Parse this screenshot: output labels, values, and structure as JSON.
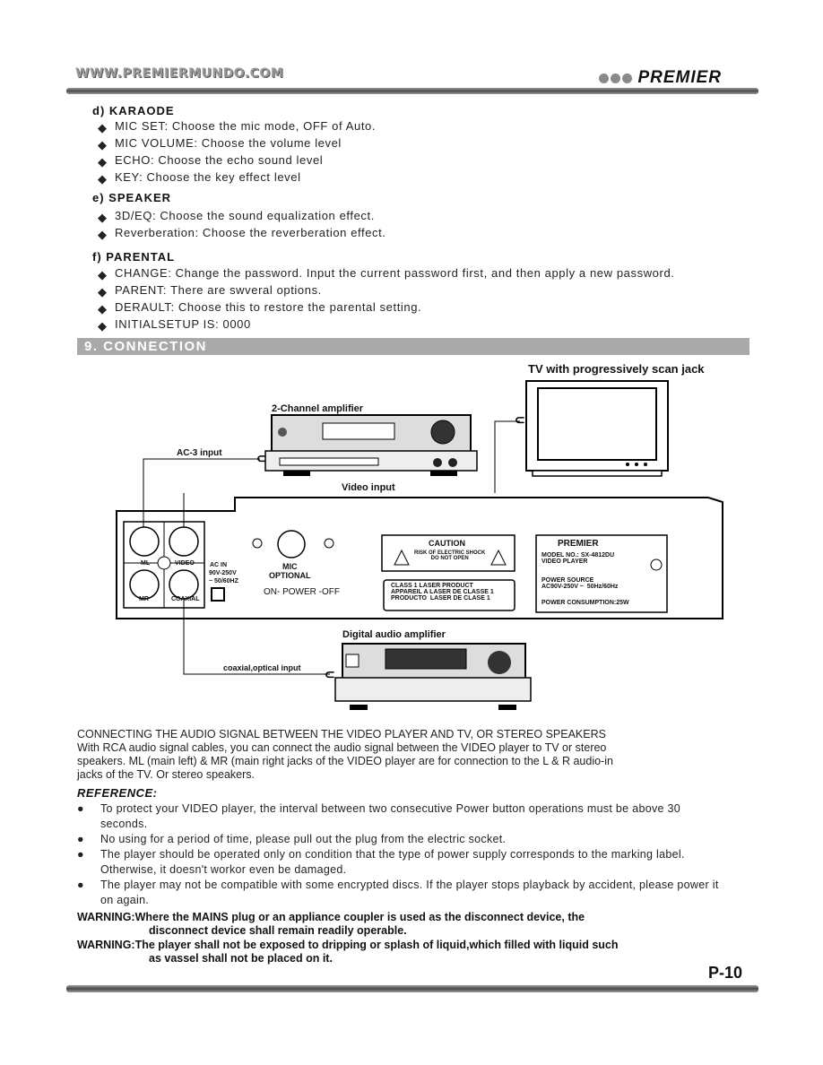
{
  "header": {
    "site": "WWW.PREMIERMUNDO.COM",
    "brand": "PREMIER"
  },
  "karaoke": {
    "title": "d)  KARAODE",
    "items": [
      "MIC SET: Choose the mic mode, OFF of Auto.",
      "MIC VOLUME: Choose the volume level",
      "ECHO: Choose the echo sound level",
      "KEY: Choose the key effect level"
    ]
  },
  "speaker": {
    "title": "e)  SPEAKER",
    "items": [
      "3D/EQ: Choose the sound equalization effect.",
      "Reverberation: Choose the reverberation effect."
    ]
  },
  "parental": {
    "title": "f)  PARENTAL",
    "items": [
      "CHANGE: Change the password. Input the current password first, and then apply a new password.",
      "PARENT: There are swveral options.",
      "DERAULT: Choose this to restore the parental setting.",
      "INITIALSETUP IS: 0000"
    ]
  },
  "section_title": "9. CONNECTION",
  "diagram": {
    "tv_label": "TV with progressively scan jack",
    "amp_label": "2-Channel amplifier",
    "ac3_label": "AC-3 input",
    "video_input": "Video input",
    "ml": "ML",
    "mr": "MR",
    "video": "VIDEO",
    "coaxial": "COAXIAL",
    "ac_in": "AC  IN",
    "ac_range": "90V-250V",
    "ac_freq": "~ 50/60HZ",
    "mic_optional": "MIC\nOPTIONAL",
    "power_switch": "ON- POWER -OFF",
    "caution": "CAUTION",
    "caution_sub": "RISK OF ELECTRIC SHOCK\nDO NOT OPEN",
    "laser": "CLASS 1 LASER PRODUCT\nAPPAREIL A LASER DE CLASSE 1\nPRODUCTO  LASER DE CLASE 1",
    "plate_brand": "PREMIER",
    "model": "MODEL NO.: SX-4812DU\nVIDEO PLAYER",
    "power_source": "POWER SOURCE\nAC90V-250V ~  50Hz/60Hz",
    "consumption": "POWER CONSUMPTION:25W",
    "digital_amp": "Digital audio amplifier",
    "coax_input": "coaxial,optical input"
  },
  "connecting": {
    "heading": "CONNECTING THE AUDIO SIGNAL BETWEEN THE VIDEO PLAYER AND TV, OR STEREO SPEAKERS",
    "lines": [
      "With RCA audio signal cables, you can connect the audio signal between the VIDEO player to TV or stereo",
      "speakers. ML (main left) & MR (main right jacks of the VIDEO player are for connection to the L & R audio-in",
      "jacks of the TV. Or stereo speakers."
    ]
  },
  "reference": {
    "title": "REFERENCE:",
    "items": [
      "To protect your VIDEO player, the interval between two consecutive Power button operations must be above 30 seconds.",
      "No using for a period of time, please pull out the plug from the electric socket.",
      "The player should be operated only on condition that the type of power supply corresponds to the marking label. Otherwise, it doesn't workor even be damaged.",
      "The player may not be compatible with some encrypted discs. If the player stops playback by accident, please power it on again."
    ]
  },
  "warnings": [
    {
      "label": "WARNING:",
      "line1": "Where the MAINS plug or an appliance coupler is used as the disconnect device, the",
      "line2": "disconnect device shall remain readily operable."
    },
    {
      "label": "WARNING:",
      "line1": "The player shall not be exposed to dripping or splash of liquid,which filled with liquid such",
      "line2": "as vassel shall not be placed on it."
    }
  ],
  "page_number": "P-10"
}
